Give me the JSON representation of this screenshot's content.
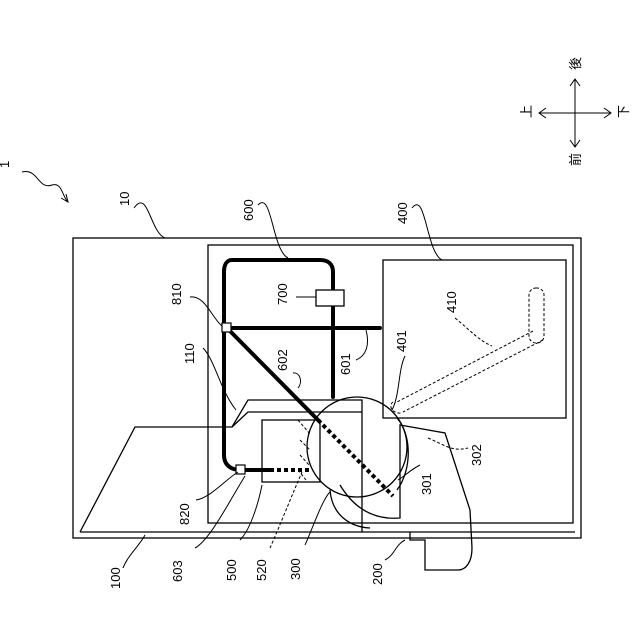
{
  "figure_label": "1",
  "direction_labels": {
    "up": "上",
    "down": "下",
    "front": "前",
    "rear": "後"
  },
  "reference_labels": {
    "r10": "10",
    "r100": "100",
    "r110": "110",
    "r200": "200",
    "r300": "300",
    "r301": "301",
    "r302": "302",
    "r400": "400",
    "r401": "401",
    "r410": "410",
    "r500": "500",
    "r520": "520",
    "r600": "600",
    "r601": "601",
    "r602": "602",
    "r603": "603",
    "r700": "700",
    "r810": "810",
    "r820": "820"
  }
}
